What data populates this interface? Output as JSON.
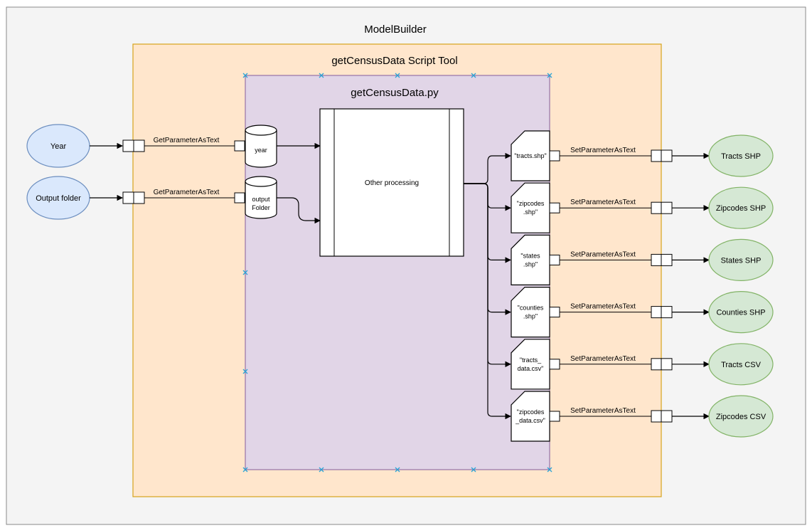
{
  "outer": {
    "title": "ModelBuilder"
  },
  "tool": {
    "title": "getCensusData Script Tool"
  },
  "script": {
    "title": "getCensusData.py"
  },
  "processing": {
    "label": "Other processing"
  },
  "inputs": [
    {
      "label": "Year",
      "connector_label": "GetParameterAsText",
      "variable": [
        "year"
      ]
    },
    {
      "label": "Output folder",
      "connector_label": "GetParameterAsText",
      "variable": [
        "output",
        "Folder"
      ]
    }
  ],
  "outputs": [
    {
      "file": [
        "\"tracts.shp\""
      ],
      "connector_label": "SetParameterAsText",
      "label": "Tracts SHP"
    },
    {
      "file": [
        "\"zipcodes",
        ".shp\""
      ],
      "connector_label": "SetParameterAsText",
      "label": "Zipcodes SHP"
    },
    {
      "file": [
        "\"states",
        ".shp\""
      ],
      "connector_label": "SetParameterAsText",
      "label": "States SHP"
    },
    {
      "file": [
        "\"counties",
        ".shp\""
      ],
      "connector_label": "SetParameterAsText",
      "label": "Counties SHP"
    },
    {
      "file": [
        "\"tracts_",
        "data.csv\""
      ],
      "connector_label": "SetParameterAsText",
      "label": "Tracts CSV"
    },
    {
      "file": [
        "\"zipcodes",
        "_data.csv\""
      ],
      "connector_label": "SetParameterAsText",
      "label": "Zipcodes CSV"
    }
  ],
  "colors": {
    "background": "#f4f4f4",
    "tool_fill": "#ffe6cc",
    "tool_stroke": "#d6a31c",
    "script_fill": "#e1d5e7",
    "script_stroke": "#9673a6",
    "input_fill": "#dae8fc",
    "input_stroke": "#6c8ebf",
    "output_fill": "#d5e8d4",
    "output_stroke": "#82b366",
    "handle": "#29a3d6"
  }
}
